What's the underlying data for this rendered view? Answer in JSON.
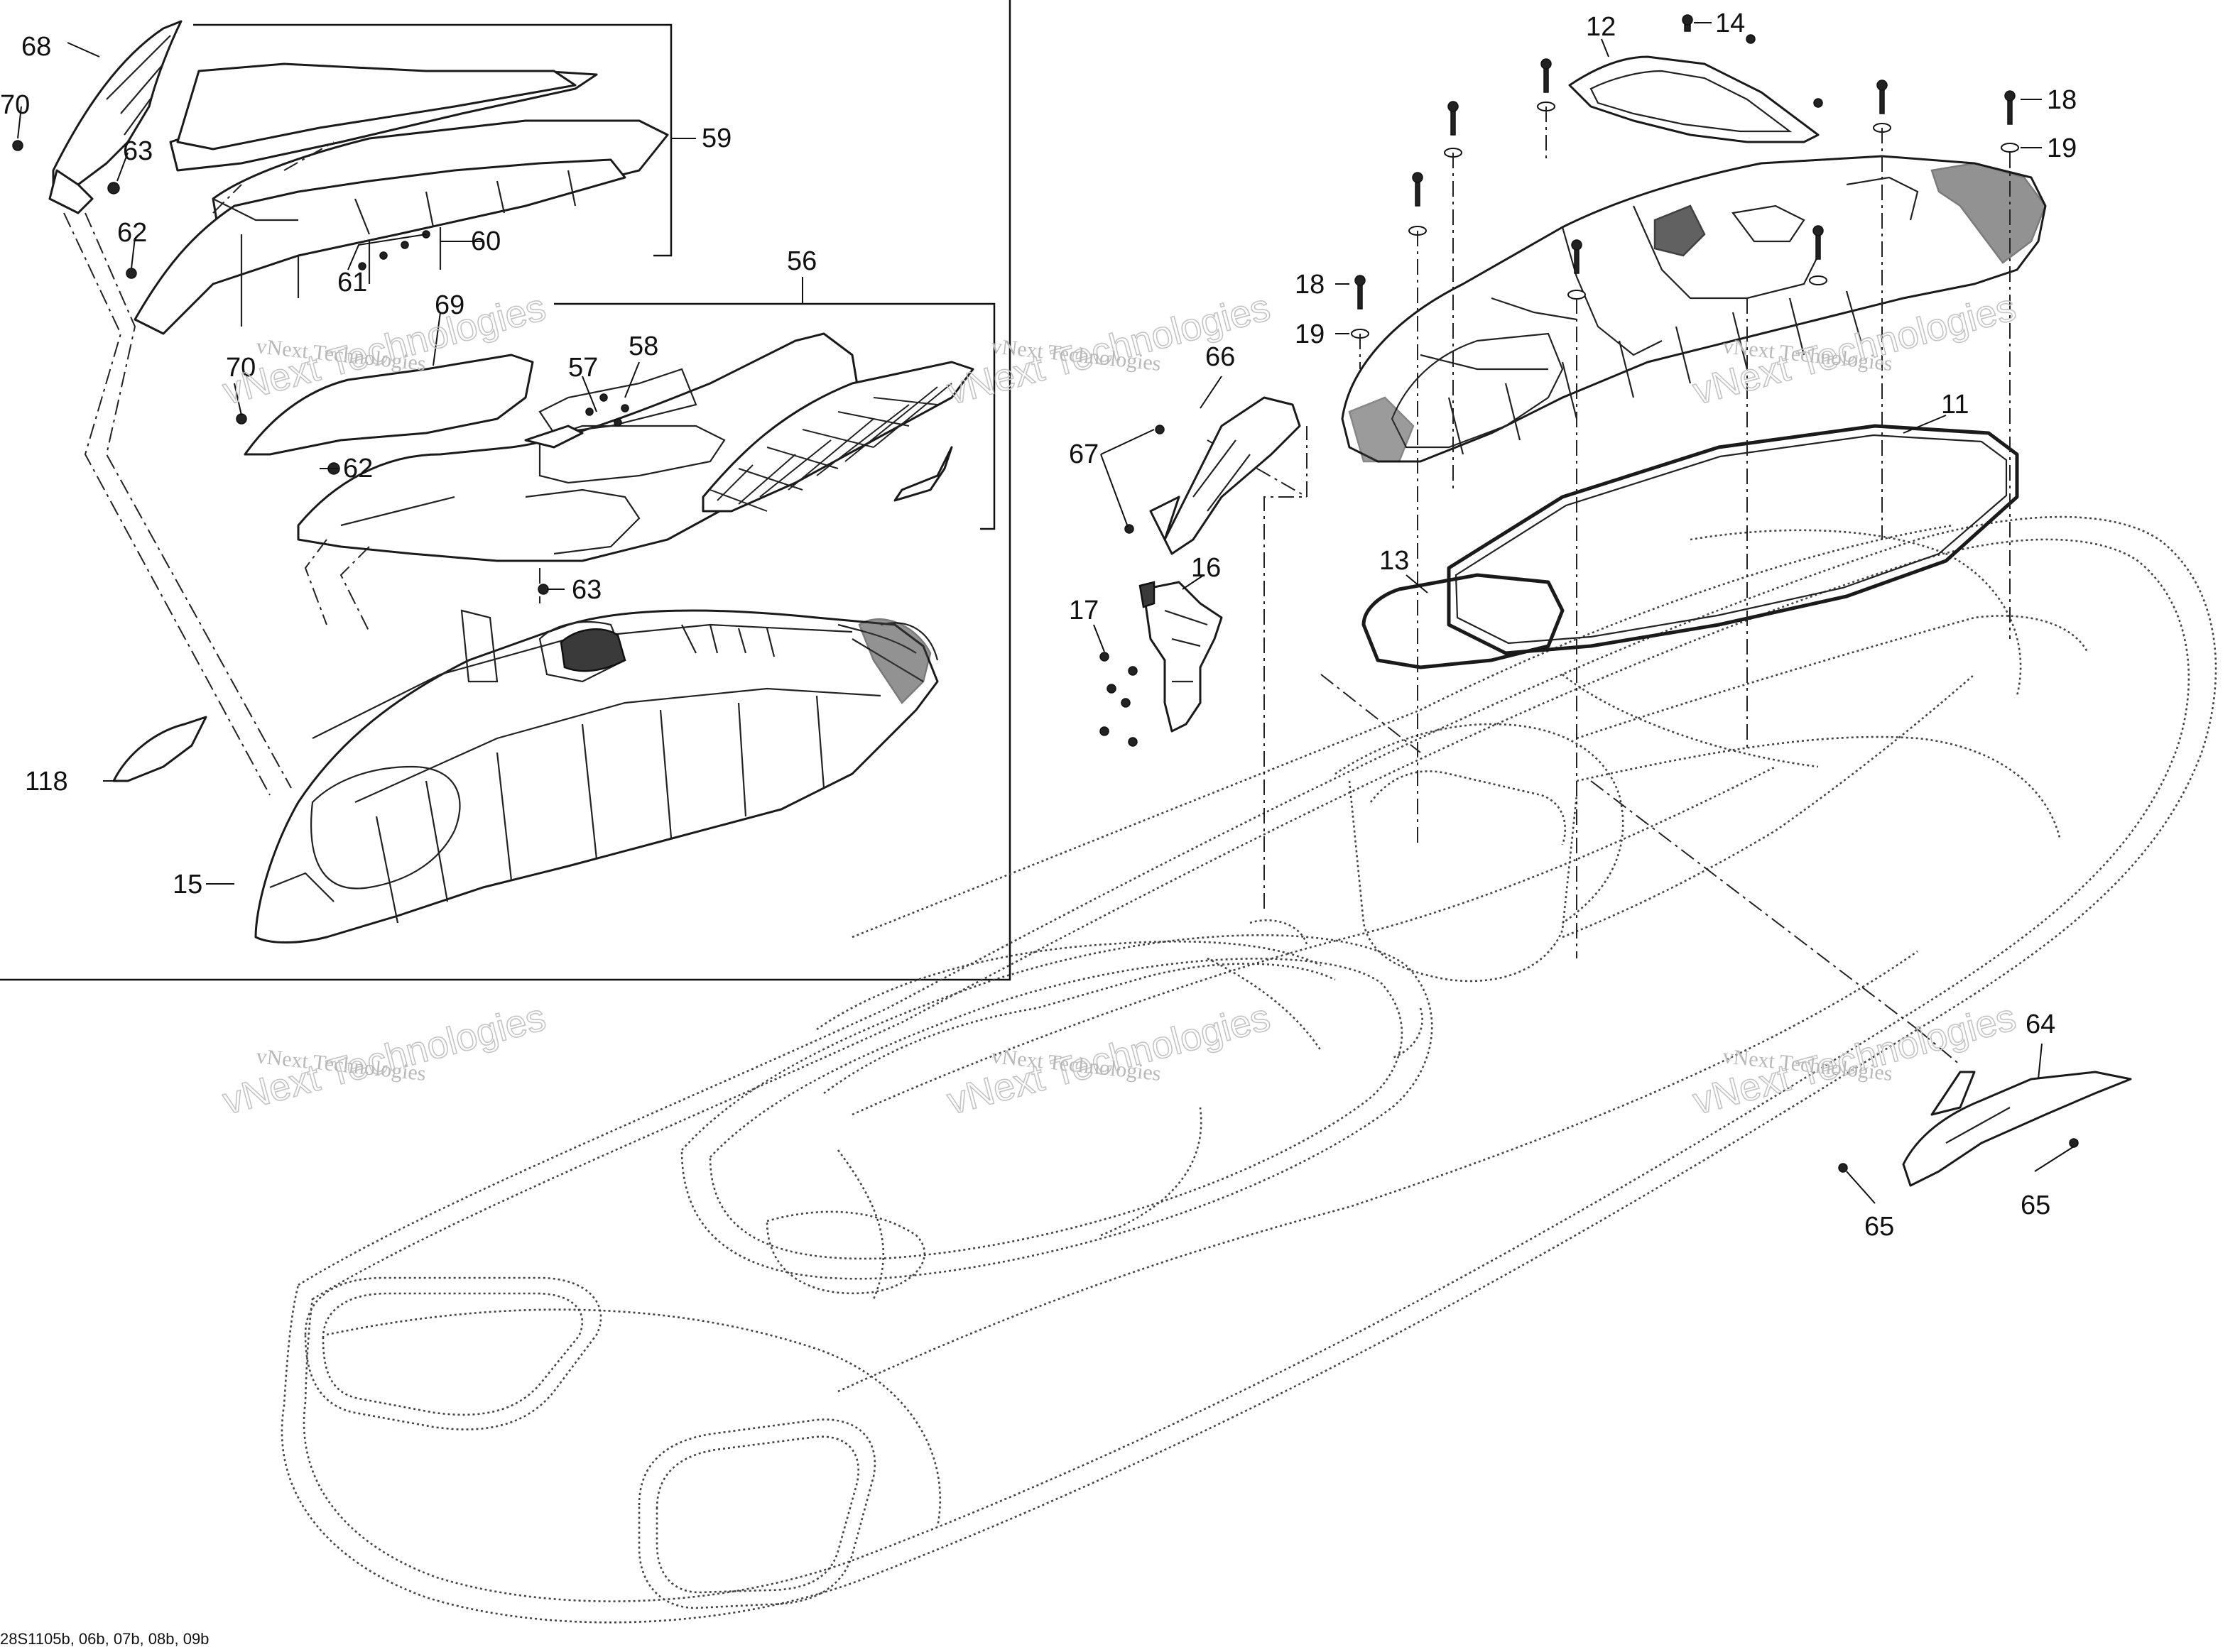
{
  "diagram": {
    "callouts": [
      "68",
      "70",
      "63",
      "62",
      "61",
      "60",
      "59",
      "56",
      "69",
      "58",
      "57",
      "70",
      "62",
      "63",
      "118",
      "15",
      "12",
      "14",
      "18",
      "19",
      "18",
      "19",
      "66",
      "67",
      "11",
      "13",
      "16",
      "17",
      "64",
      "65",
      "65"
    ],
    "watermarks": [
      {
        "small": "vNext Technologies",
        "big": "vNext Technologies"
      },
      {
        "small": "vNext Technologies",
        "big": "vNext Technologies"
      },
      {
        "small": "vNext Technologies",
        "big": "vNext Technologies"
      },
      {
        "small": "vNext Technologies",
        "big": "vNext Technologies"
      },
      {
        "small": "vNext Technologies",
        "big": "vNext Technologies"
      },
      {
        "small": "vNext Technologies",
        "big": "vNext Technologies"
      }
    ],
    "document_reference": "28S1105b, 06b, 07b, 08b, 09b"
  }
}
